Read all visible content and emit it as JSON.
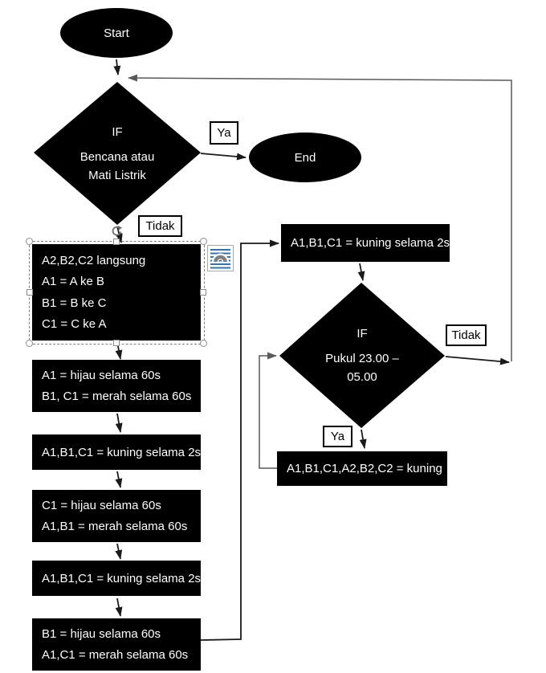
{
  "flowchart": {
    "nodes": {
      "start": {
        "label": "Start"
      },
      "end": {
        "label": "End"
      },
      "decision_power": {
        "title": "IF",
        "condition_line1": "Bencana atau",
        "condition_line2": "Mati Listrik"
      },
      "decision_time": {
        "title": "IF",
        "condition_line1": "Pukul 23.00 –",
        "condition_line2": "05.00"
      },
      "init": {
        "lines": [
          "A2,B2,C2 langsung",
          "A1 = A ke B",
          "B1 = B ke C",
          "C1 = C ke A"
        ]
      },
      "phase_a": {
        "lines": [
          "A1 = hijau selama 60s",
          "B1, C1 = merah selama 60s"
        ]
      },
      "yellow_1": {
        "lines": [
          "A1,B1,C1 = kuning selama 2s"
        ]
      },
      "phase_c": {
        "lines": [
          "C1 = hijau selama 60s",
          "A1,B1 = merah selama 60s"
        ]
      },
      "yellow_2": {
        "lines": [
          "A1,B1,C1 = kuning selama 2s"
        ]
      },
      "phase_b": {
        "lines": [
          "B1 = hijau selama 60s",
          "A1,C1 = merah selama 60s"
        ]
      },
      "yellow_right": {
        "lines": [
          "A1,B1,C1 = kuning selama 2s"
        ]
      },
      "night_mode": {
        "lines": [
          "A1,B1,C1,A2,B2,C2 = kuning"
        ]
      }
    },
    "branch_labels": {
      "ya_top": "Ya",
      "tidak_top": "Tidak",
      "tidak_right": "Tidak",
      "ya_bottom": "Ya"
    },
    "icons": {
      "layout_options": "layout-options-icon",
      "rotate_handle": "rotate-icon"
    },
    "colors": {
      "shape_fill": "#000000",
      "shape_text": "#ffffff",
      "connector": "#1a1a1a",
      "elbow_connector": "#595959",
      "selection_handle_border": "#8c8c8c",
      "layout_icon_lines": "#2e74b5",
      "layout_icon_arch": "#7f7f7f",
      "background": "#ffffff"
    }
  }
}
